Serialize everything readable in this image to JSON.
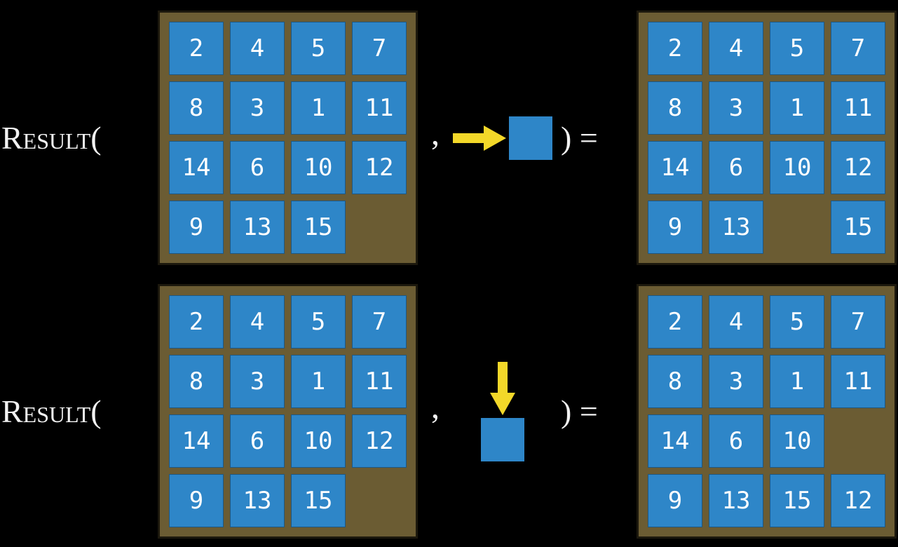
{
  "colors": {
    "page-bg": "#000000",
    "board-bg": "#6b5c33",
    "board-border": "#1c180d",
    "tile-bg": "#2e86c8",
    "tile-text": "#ffffff",
    "arrow-fill": "#f3d829",
    "label-text": "#f2f2f2"
  },
  "labels": {
    "function_open": "Result(",
    "comma": ",",
    "close_equals": ") ="
  },
  "equations": [
    {
      "action": "slide-tile-right",
      "before": {
        "grid": [
          [
            2,
            4,
            5,
            7
          ],
          [
            8,
            3,
            1,
            11
          ],
          [
            14,
            6,
            10,
            12
          ],
          [
            9,
            13,
            15,
            null
          ]
        ]
      },
      "after": {
        "grid": [
          [
            2,
            4,
            5,
            7
          ],
          [
            8,
            3,
            1,
            11
          ],
          [
            14,
            6,
            10,
            12
          ],
          [
            9,
            13,
            null,
            15
          ]
        ]
      }
    },
    {
      "action": "slide-tile-down",
      "before": {
        "grid": [
          [
            2,
            4,
            5,
            7
          ],
          [
            8,
            3,
            1,
            11
          ],
          [
            14,
            6,
            10,
            12
          ],
          [
            9,
            13,
            15,
            null
          ]
        ]
      },
      "after": {
        "grid": [
          [
            2,
            4,
            5,
            7
          ],
          [
            8,
            3,
            1,
            11
          ],
          [
            14,
            6,
            10,
            null
          ],
          [
            9,
            13,
            15,
            12
          ]
        ]
      }
    }
  ]
}
